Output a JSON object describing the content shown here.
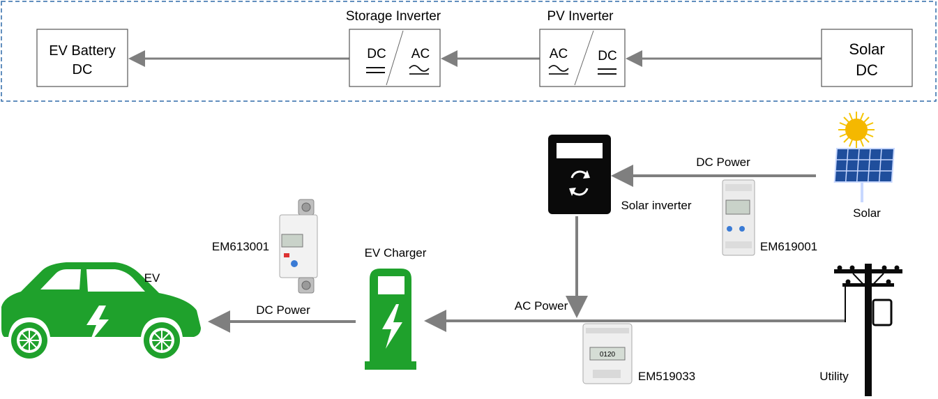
{
  "top_flow": {
    "ev_battery": {
      "line1": "EV Battery",
      "line2": "DC"
    },
    "storage_inverter": {
      "title": "Storage Inverter",
      "left": "DC",
      "right": "AC"
    },
    "pv_inverter": {
      "title": "PV Inverter",
      "left": "AC",
      "right": "DC"
    },
    "solar": {
      "line1": "Solar",
      "line2": "DC"
    }
  },
  "bottom_flow": {
    "ev_label": "EV",
    "ev_dc_power": "DC Power",
    "ev_charger": "EV Charger",
    "meter_ev": "EM613001",
    "ac_power": "AC Power",
    "meter_ac": "EM519033",
    "meter_ac_display": "0120",
    "utility": "Utility",
    "solar_inverter": "Solar inverter",
    "solar_dc_power": "DC Power",
    "meter_solar": "EM619001",
    "solar_label": "Solar"
  },
  "colors": {
    "green": "#1fa12c",
    "arrow": "#7f7f7f",
    "dash_border": "#2e6aa8",
    "sun": "#f5b800",
    "panel": "#1f4e9c"
  }
}
